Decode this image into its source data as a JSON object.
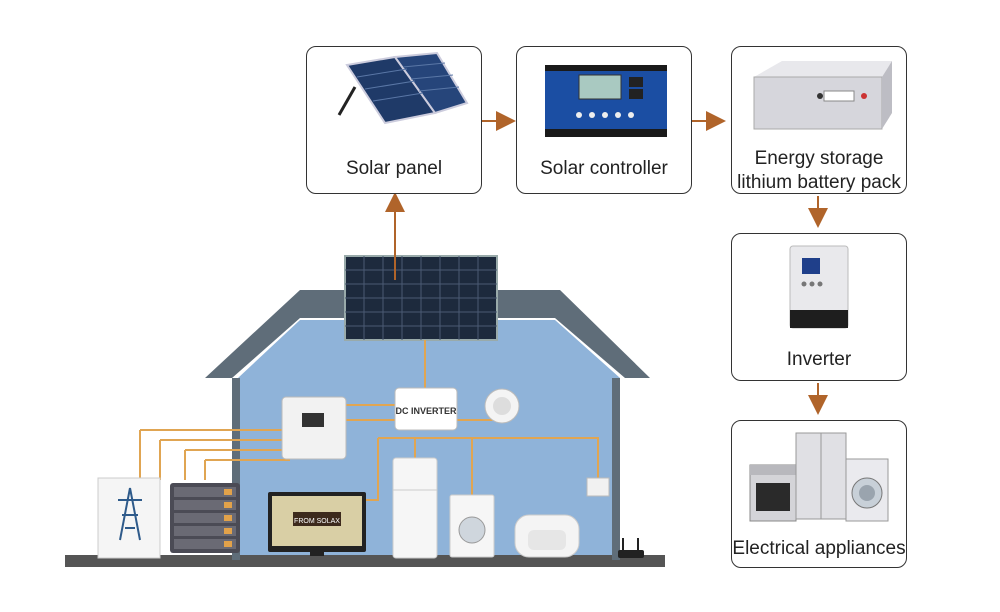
{
  "diagram": {
    "nodes": {
      "solar_panel": {
        "label": "Solar panel",
        "icon": "solar-panel-icon"
      },
      "solar_controller": {
        "label": "Solar controller",
        "icon": "charge-controller-icon"
      },
      "battery_pack": {
        "label_line1": "Energy storage",
        "label_line2": "lithium battery pack",
        "icon": "battery-rack-icon"
      },
      "inverter": {
        "label": "Inverter",
        "icon": "inverter-icon"
      },
      "appliances": {
        "label": "Electrical appliances",
        "icon": "appliances-icon"
      }
    },
    "house": {
      "inverter_label": "DC INVERTER",
      "tv_text_line1": "FROM SOLAX"
    },
    "colors": {
      "arrow": "#b0642a",
      "wire": "#e0a552",
      "house_wall": "#8fb3d9",
      "roof": "#5f6d79"
    }
  }
}
